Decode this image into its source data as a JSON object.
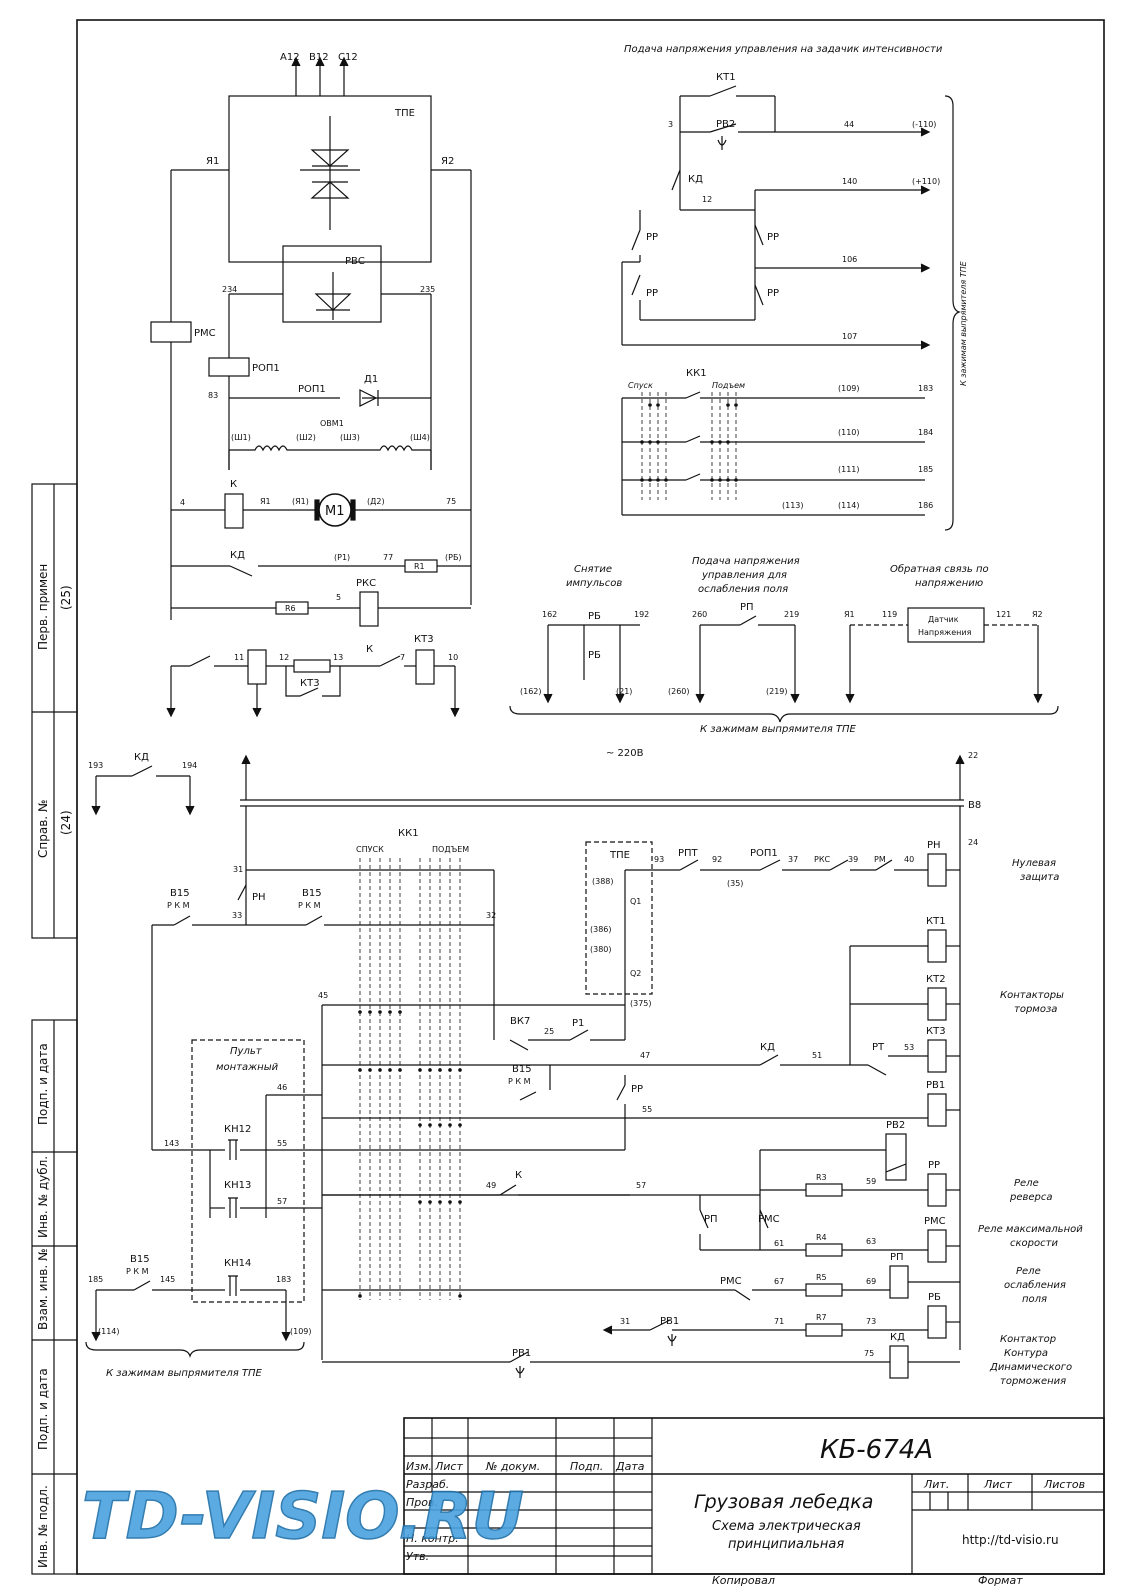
{
  "doc": {
    "code": "КБ-674А",
    "name": "Грузовая лебедка",
    "subtitle_line1": "Схема электрическая",
    "subtitle_line2": "принципиальная",
    "url": "http://td-visio.ru",
    "watermark": "TD-VISIO.RU",
    "copied": "Копировал",
    "format": "Формат"
  },
  "stamp": {
    "izm": "Изм.",
    "list": "Лист",
    "doc_no": "№ докум.",
    "sign": "Подп.",
    "date": "Дата",
    "razrab": "Разраб.",
    "prov": "Пров.",
    "n_kontr": "Н. контр.",
    "utv": "Утв.",
    "lit": "Лит.",
    "sheet": "Лист",
    "sheets": "Листов"
  },
  "side_panel": {
    "perv_primen": "Перв. примен",
    "perv_val": "(25)",
    "sprav": "Справ. №",
    "sprav_val": "(24)",
    "podp_data": "Подп. и дата",
    "inv_dubl": "Инв. № дубл.",
    "vzam_inv": "Взам. инв. №",
    "podp_data2": "Подп. и дата",
    "inv_podl": "Инв. № подл."
  },
  "captions": {
    "control_voltage": "Подача напряжения управления на задачик интенсивности",
    "terminals_tpe_vert": "К зажимам выпрямителя ТПЕ",
    "pulse_removal_1": "Снятие",
    "pulse_removal_2": "импульсов",
    "field_weak_1": "Подача напряжения",
    "field_weak_2": "управления для",
    "field_weak_3": "ослабления поля",
    "feedback_1": "Обратная связь по",
    "feedback_2": "напряжению",
    "terminals_tpe_mid": "К зажимам выпрямителя ТПЕ",
    "terminals_tpe_bottom": "К зажимам выпрямителя ТПЕ",
    "voltage": "~ 220В",
    "pult_1": "Пульт",
    "pult_2": "монтажный",
    "sensor_1": "Датчик",
    "sensor_2": "Напряжения",
    "spusk": "Спуск",
    "podem": "Подъем",
    "spusk_caps": "СПУСК",
    "podem_caps": "ПОДЪЕМ"
  },
  "right_notes": [
    {
      "l1": "Нулевая",
      "l2": "защита"
    },
    {
      "l1": "Контакторы",
      "l2": "тормоза"
    },
    {
      "l1": "Реле",
      "l2": "реверса"
    },
    {
      "l1": "Реле максимальной",
      "l2": "скорости"
    },
    {
      "l1": "Реле",
      "l2": "ослабления",
      "l3": "поля"
    },
    {
      "l1": "Контактор",
      "l2": "Контура",
      "l3": "Динамического",
      "l4": "торможения"
    }
  ],
  "labels": {
    "a12": "А12",
    "b12": "В12",
    "c12": "С12",
    "tpe": "ТПЕ",
    "ya1": "Я1",
    "ya2": "Я2",
    "rvs": "РВС",
    "rms": "РМС",
    "rop1": "РОП1",
    "n234": "234",
    "n235": "235",
    "n83": "83",
    "d1": "Д1",
    "ovm1": "ОВМ1",
    "sh1": "(Ш1)",
    "sh2": "(Ш2)",
    "sh3": "(Ш3)",
    "sh4": "(Ш4)",
    "k": "К",
    "n4": "4",
    "ya1b": "(Я1)",
    "m1": "М1",
    "d2": "(Д2)",
    "n75": "75",
    "kd": "КД",
    "p1": "(Р1)",
    "n77": "77",
    "r1": "R1",
    "rb": "(РБ)",
    "rks": "РКС",
    "r6": "R6",
    "n5": "5",
    "n11": "11",
    "n12": "12",
    "n13": "13",
    "n7": "7",
    "n10": "10",
    "kt3": "КТ3",
    "kt1": "КТ1",
    "n3": "3",
    "rv2": "РВ2",
    "n44": "44",
    "m110": "(-110)",
    "n140": "140",
    "p110": "(+110)",
    "rr": "РР",
    "n106": "106",
    "n107": "107",
    "kk1": "КК1",
    "n109": "(109)",
    "n183": "183",
    "n110": "(110)",
    "n184": "184",
    "n111": "(111)",
    "n185": "185",
    "n113": "(113)",
    "n114": "(114)",
    "n186": "186",
    "rb2": "РБ",
    "n162": "162",
    "n192": "192",
    "n162b": "(162)",
    "n21": "(21)",
    "n260": "260",
    "rp": "РП",
    "n219": "219",
    "n260b": "(260)",
    "n219b": "(219)",
    "n119": "119",
    "n121": "121",
    "n193": "193",
    "n194": "194",
    "n22": "22",
    "b8": "В8",
    "n24": "24",
    "n31": "31",
    "rn": "РН",
    "b15": "В15",
    "pkm": "Р К М",
    "n33": "33",
    "n32": "32",
    "n93": "93",
    "rpt": "РПТ",
    "n92": "92",
    "n35": "(35)",
    "n37": "37",
    "n39": "39",
    "rm": "РМ",
    "n40": "40",
    "n388": "(388)",
    "q1": "Q1",
    "n386": "(386)",
    "n380": "(380)",
    "q2": "Q2",
    "n375": "(375)",
    "n45": "45",
    "bk7": "ВК7",
    "n25": "25",
    "r1c": "Р1",
    "n47": "47",
    "n51": "51",
    "rt": "РТ",
    "n53": "53",
    "kt2": "КТ2",
    "rv1": "РВ1",
    "n46": "46",
    "n55": "55",
    "kn12": "КН12",
    "n143": "143",
    "kn13": "КН13",
    "n49": "49",
    "n57": "57",
    "r3": "R3",
    "n59": "59",
    "n61": "61",
    "r4": "R4",
    "n63": "63",
    "kn14": "КН14",
    "n145": "145",
    "n67": "67",
    "r5": "R5",
    "n69": "69",
    "n71": "71",
    "r7": "R7",
    "n73": "73",
    "n114b": "(114)",
    "n109b": "(109)",
    "n31b": "31"
  }
}
